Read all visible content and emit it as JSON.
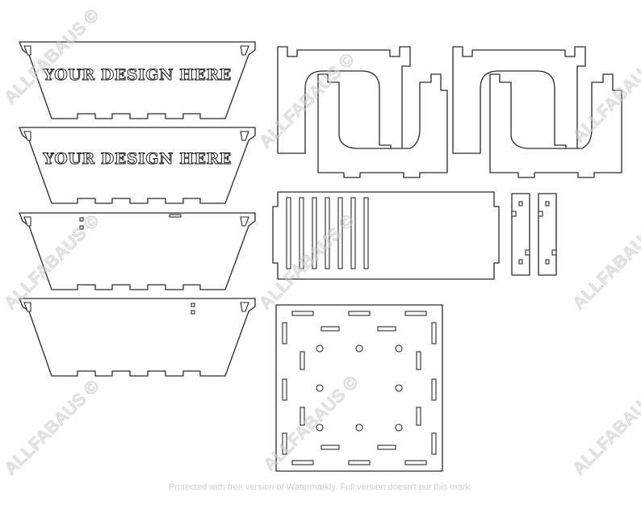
{
  "engraving": {
    "front_panel_text": "YOUR DESIGN HERE",
    "second_panel_text": "YOUR DESIGN HERE"
  },
  "watermark": {
    "brand": "ALLFABAUS ©",
    "notice": "Protected with free version of Watermarkly. Full version doesn't put this mark."
  },
  "colors": {
    "line": "#2a2a2a",
    "background": "#ffffff",
    "watermark": "#d0d0d0"
  }
}
